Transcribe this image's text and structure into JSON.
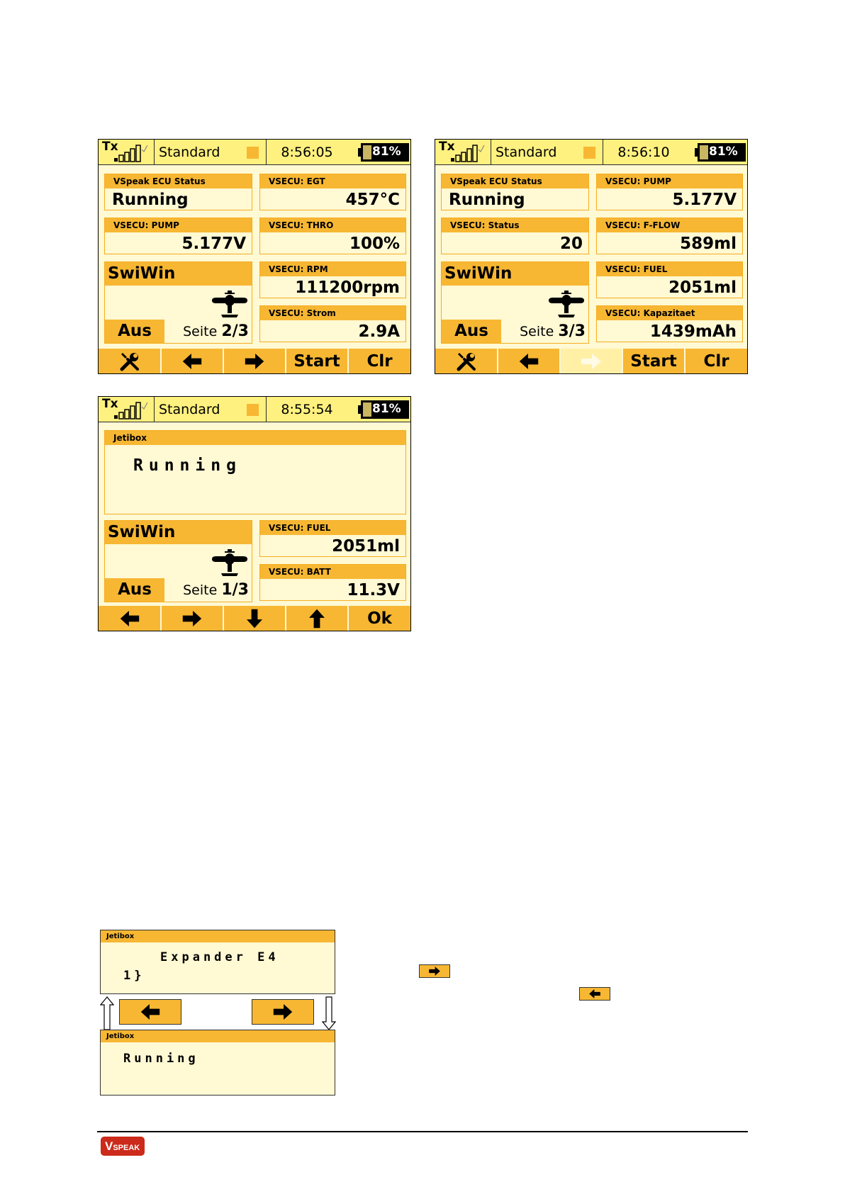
{
  "screens": [
    {
      "model": "Standard",
      "time": "8:56:05",
      "battery": "81%",
      "tx_label": "Tx",
      "tiles": [
        {
          "label": "VSpeak ECU Status",
          "value": "Running"
        },
        {
          "label": "VSECU: EGT",
          "value": "457°C"
        },
        {
          "label": "VSECU: PUMP",
          "value": "5.177V"
        },
        {
          "label": "VSECU: THRO",
          "value": "100%"
        },
        {
          "label": "VSECU: RPM",
          "value": "111200rpm"
        },
        {
          "label": "VSECU: Strom",
          "value": "2.9A"
        }
      ],
      "swiwin": {
        "title": "SwiWin",
        "state": "Aus",
        "page_label": "Seite",
        "page": "2/3"
      },
      "footer": [
        "tools-icon",
        "arrow-left-icon",
        "arrow-right-icon",
        "Start",
        "Clr"
      ]
    },
    {
      "model": "Standard",
      "time": "8:56:10",
      "battery": "81%",
      "tx_label": "Tx",
      "tiles": [
        {
          "label": "VSpeak ECU Status",
          "value": "Running"
        },
        {
          "label": "VSECU: PUMP",
          "value": "5.177V"
        },
        {
          "label": "VSECU: Status",
          "value": "20"
        },
        {
          "label": "VSECU: F-FLOW",
          "value": "589ml"
        },
        {
          "label": "VSECU: FUEL",
          "value": "2051ml"
        },
        {
          "label": "VSECU: Kapazitaet",
          "value": "1439mAh"
        }
      ],
      "swiwin": {
        "title": "SwiWin",
        "state": "Aus",
        "page_label": "Seite",
        "page": "3/3"
      },
      "footer": [
        "tools-icon",
        "arrow-left-icon",
        "arrow-right-icon",
        "Start",
        "Clr"
      ]
    },
    {
      "model": "Standard",
      "time": "8:55:54",
      "battery": "81%",
      "tx_label": "Tx",
      "jetibox": {
        "label": "Jetibox",
        "text": "Running"
      },
      "tiles": [
        {
          "label": "VSECU: FUEL",
          "value": "2051ml"
        },
        {
          "label": "VSECU: BATT",
          "value": "11.3V"
        }
      ],
      "swiwin": {
        "title": "SwiWin",
        "state": "Aus",
        "page_label": "Seite",
        "page": "1/3"
      },
      "footer": [
        "arrow-left-icon",
        "arrow-right-icon",
        "arrow-down-icon",
        "arrow-up-icon",
        "Ok"
      ]
    }
  ],
  "jetibox_diagram": {
    "top": {
      "label": "Jetibox",
      "line1": "Expander E4",
      "line2": "1}"
    },
    "bottom": {
      "label": "Jetibox",
      "line1": "Running"
    }
  },
  "colors": {
    "accent": "#f7b733",
    "panel": "#fff9d4",
    "statusbar": "#fff17f",
    "brand": "#cc2a1a"
  },
  "logo": {
    "text": "V",
    "sub": "SPEAK"
  }
}
